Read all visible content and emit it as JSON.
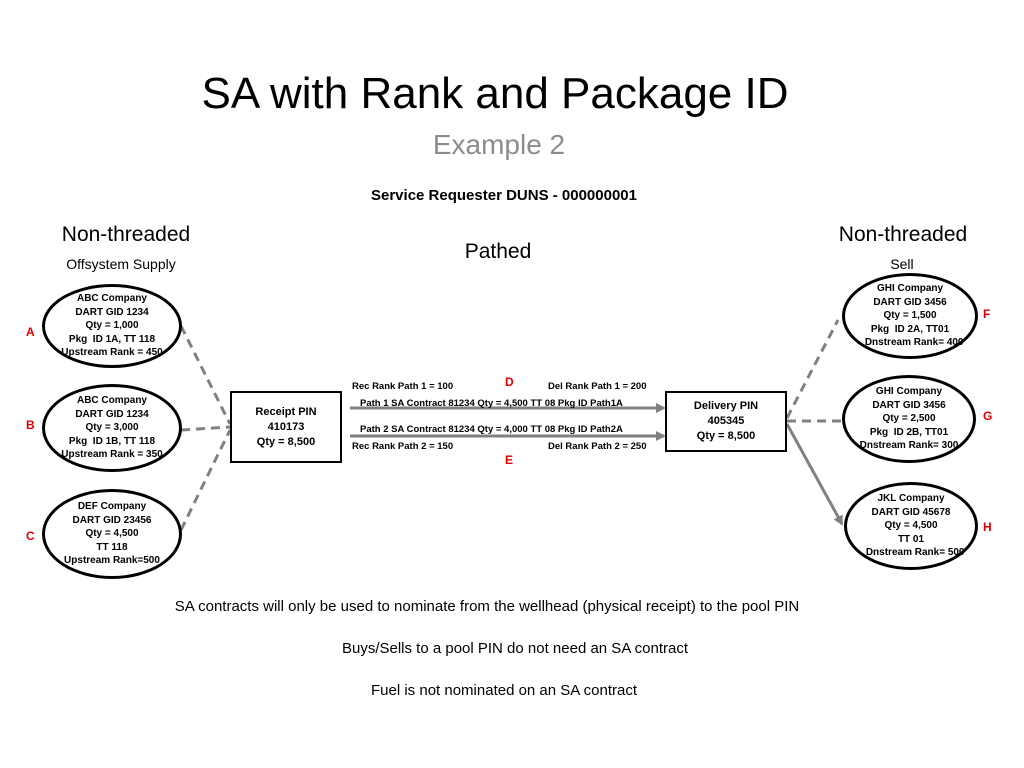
{
  "title": "SA with Rank and Package ID",
  "subtitle": "Example 2",
  "requester": "Service Requester DUNS - 000000001",
  "left_header": {
    "title": "Non-threaded",
    "sub": "Offsystem Supply"
  },
  "middle_header": "Pathed",
  "right_header": {
    "title": "Non-threaded",
    "sub": "Sell"
  },
  "supply_nodes": [
    {
      "letter": "A",
      "text": "ABC Company\nDART GID 1234\nQty = 1,000\nPkg  ID 1A, TT 118\nUpstream Rank = 450"
    },
    {
      "letter": "B",
      "text": "ABC Company\nDART GID 1234\nQty = 3,000\nPkg  ID 1B, TT 118\nUpstream Rank = 350"
    },
    {
      "letter": "C",
      "text": "DEF Company\nDART GID 23456\nQty = 4,500\nTT 118\nUpstream Rank=500"
    }
  ],
  "sell_nodes": [
    {
      "letter": "F",
      "text": "GHI Company\nDART GID 3456\nQty = 1,500\nPkg  ID 2A, TT01\n   Dnstream Rank= 400"
    },
    {
      "letter": "G",
      "text": "GHI Company\nDART GID 3456\nQty = 2,500\nPkg  ID 2B, TT01\nDnstream Rank= 300"
    },
    {
      "letter": "H",
      "text": "JKL Company\nDART GID 45678\nQty = 4,500\nTT 01\n   Dnstream Rank= 500"
    }
  ],
  "receipt_box": "Receipt PIN\n410173\nQty = 8,500",
  "delivery_box": "Delivery PIN\n405345\nQty = 8,500",
  "paths": {
    "rec_rank_1": "Rec Rank Path 1 = 100",
    "del_rank_1": "Del Rank Path 1 = 200",
    "path_1": "Path 1    SA Contract  81234  Qty = 4,500  TT 08  Pkg ID Path1A",
    "path_2": "Path 2    SA Contract  81234  Qty = 4,000  TT 08  Pkg ID Path2A",
    "rec_rank_2": "Rec Rank Path 2 = 150",
    "del_rank_2": "Del Rank Path 2 = 250",
    "letter_d": "D",
    "letter_e": "E"
  },
  "notes": [
    "SA contracts will only be used to nominate from the wellhead (physical receipt) to the pool PIN",
    "Buys/Sells to a pool PIN do not need an SA contract",
    "Fuel is not nominated on an SA contract"
  ],
  "colors": {
    "letter": "#e00000",
    "subtitle": "#8c8c8c",
    "connector": "#808080"
  }
}
